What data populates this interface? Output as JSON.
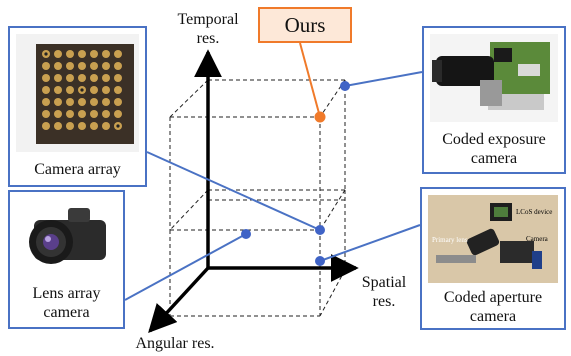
{
  "axes": {
    "temporal_label": [
      "Temporal",
      "res."
    ],
    "spatial_label": [
      "Spatial",
      "res."
    ],
    "angular_label": "Angular res."
  },
  "ours_label": "Ours",
  "cards": {
    "camera_array": {
      "caption": [
        "Camera array"
      ]
    },
    "lens_array": {
      "caption": [
        "Lens array",
        "camera"
      ]
    },
    "coded_exposure": {
      "caption": [
        "Coded exposure",
        "camera"
      ]
    },
    "coded_aperture": {
      "caption": [
        "Coded aperture",
        "camera"
      ],
      "photo_labels": [
        "LCoS device",
        "Primary lens",
        "Camera"
      ]
    }
  },
  "colors": {
    "connector": "#4a72c4",
    "point": "#3f63c6",
    "ours_point": "#f07a2a",
    "ours_fill": "#fde8d8",
    "ours_border": "#f07a2a"
  }
}
